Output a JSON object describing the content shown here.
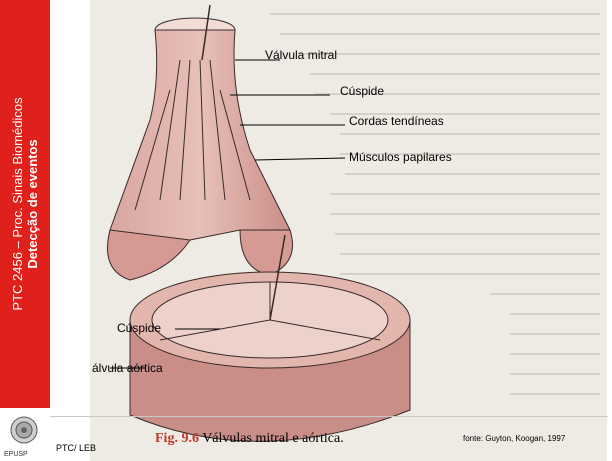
{
  "sidebar": {
    "title_line1": "PTC 2456 – Proc. Sinais Biomédicos",
    "title_line2": "Detecção de eventos",
    "accent_color": "#e0201b"
  },
  "logo": {
    "text": "EPUSP",
    "icon": "university-seal-icon"
  },
  "footer": {
    "left_text": "PTC/ LEB"
  },
  "figure": {
    "labels": {
      "mitral": "Válvula mitral",
      "cuspide_top": "Cúspide",
      "cordas": "Cordas tendíneas",
      "musculos": "Músculos papilares",
      "cuspide_bottom": "Cúspide",
      "aortica": "álvula aórtica"
    },
    "caption_fig": "Fig. 9.6",
    "caption_text": " Válvulas mitral e aórtica.",
    "source": "fonte: Guyton, Koogan, 1997"
  }
}
